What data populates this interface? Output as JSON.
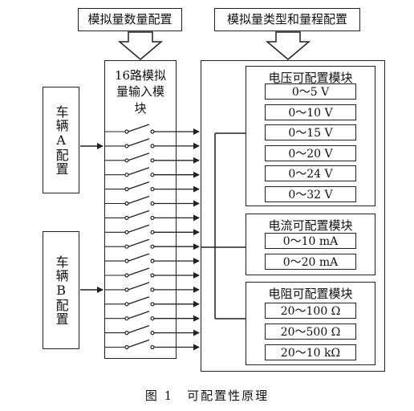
{
  "top_labels": {
    "count_config": "模拟量数量配置",
    "type_range_config": "模拟量类型和量程配置"
  },
  "input_module": {
    "title": "16路模拟量输入模块",
    "channels": 16
  },
  "vehicle_a": "车辆A配置",
  "vehicle_b": "车辆B配置",
  "groups": [
    {
      "title": "电压可配置模块",
      "items": [
        "0～5 V",
        "0～10 V",
        "0～15 V",
        "0～20 V",
        "0～24 V",
        "0～32 V"
      ]
    },
    {
      "title": "电流可配置模块",
      "items": [
        "0～10 mA",
        "0～20 mA"
      ]
    },
    {
      "title": "电阻可配置模块",
      "items": [
        "20～100 Ω",
        "20～500 Ω",
        "20～10 kΩ"
      ]
    }
  ],
  "caption": "图 1　可配置性原理"
}
